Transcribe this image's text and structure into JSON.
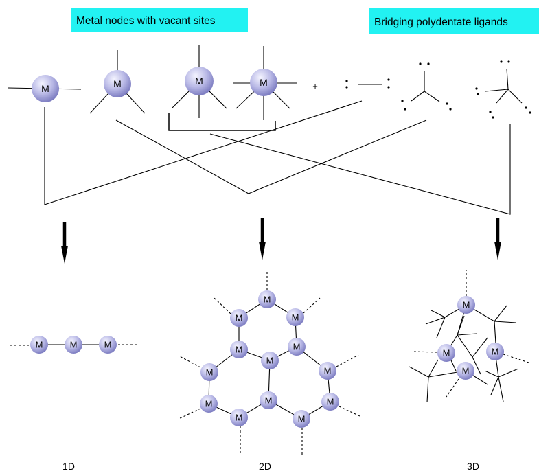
{
  "headers": {
    "metal_nodes": "Metal nodes with vacant sites",
    "bridging_ligands": "Bridging polydentate ligands"
  },
  "node_label": "M",
  "plus_sign": "+",
  "dimension_labels": {
    "one_d": "1D",
    "two_d": "2D",
    "three_d": "3D"
  },
  "colors": {
    "header_highlight": "#22f2f2",
    "node_fill_light": "#f2f2ff",
    "node_fill_dark": "#8585c8"
  }
}
